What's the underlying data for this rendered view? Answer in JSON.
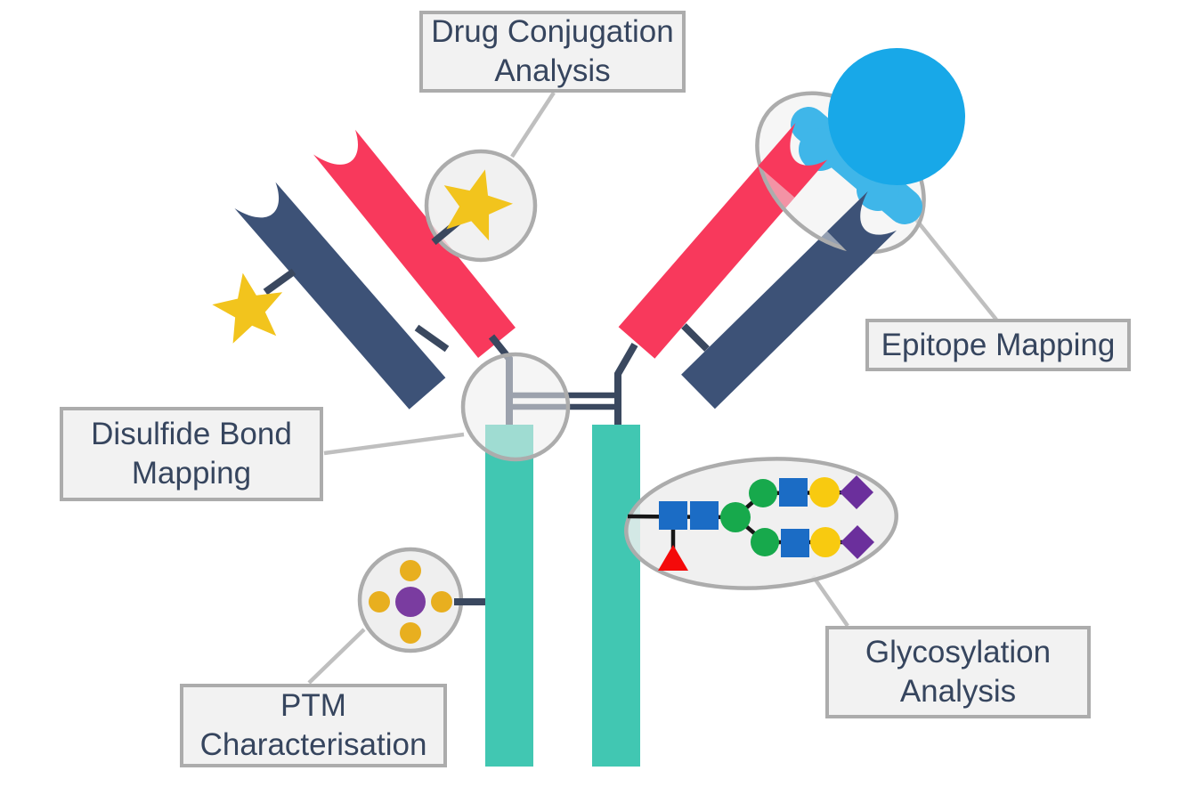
{
  "callouts": {
    "drug_conjugation": {
      "label": "Drug Conjugation Analysis"
    },
    "epitope_mapping": {
      "label": "Epitope Mapping"
    },
    "disulfide_bond": {
      "label": "Disulfide Bond Mapping"
    },
    "glycosylation": {
      "label": "Glycosylation Analysis"
    },
    "ptm": {
      "label": "PTM Characterisation"
    }
  },
  "icons": {
    "drug_conjugate": "star-icon",
    "free_conjugate": "star-icon",
    "antigen": "antigen-blob-icon",
    "ptm_site": "dot-cluster-icon",
    "glycan": "glycan-tree-icon",
    "highlight_regions": "circle-ellipse-highlight"
  },
  "colors": {
    "chain-red": "#F8395C",
    "chain-navy": "#3D5277",
    "fc-teal": "#41C7B2",
    "antigen-blue": "#18A8E8",
    "antigen-light": "#3FB6E9",
    "bond-dark": "#3A485F",
    "star-gold": "#F2C41D",
    "ptm-purple": "#7A3CA0",
    "ptm-gold": "#E8AF1F",
    "glycan-blue": "#1B6CC5",
    "glycan-green": "#17A94C",
    "glycan-yellow": "#F8CA10",
    "glycan-purple": "#6B2F9C",
    "glycan-red": "#F40A0A",
    "glycan-line": "#161616",
    "highlight-fill": "#EDEDED",
    "highlight-stroke": "#ACACAC",
    "callout-bg": "#F2F2F2",
    "callout-border": "#ACACAC",
    "callout-text": "#36455E",
    "leader-gray": "#BFBFBF"
  }
}
